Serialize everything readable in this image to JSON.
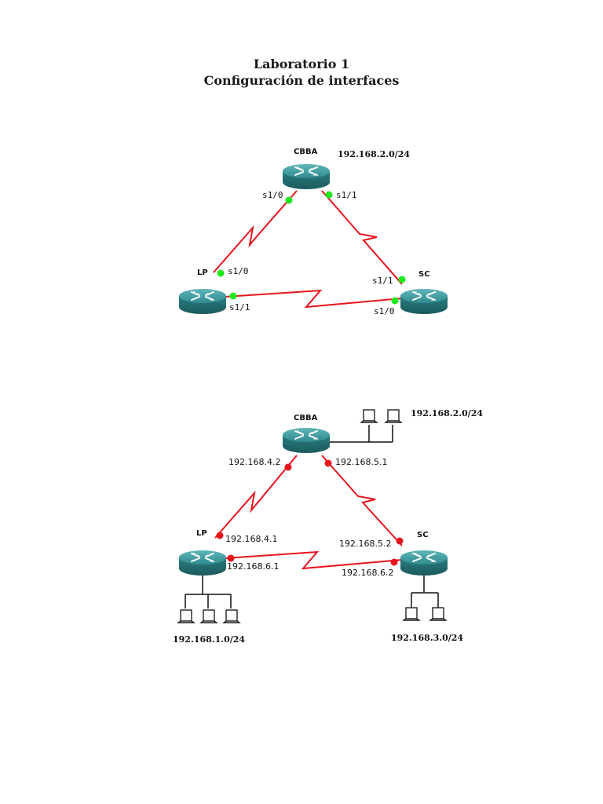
{
  "header": {
    "title": "Laboratorio 1",
    "subtitle": "Configuración de interfaces"
  },
  "colors": {
    "link": "#e8141c",
    "interface_up": "#1ee81e",
    "interface_ip": "#e8141c",
    "router_body": "#2f8a8e"
  },
  "diagram1": {
    "routers": [
      {
        "name": "CBBA",
        "icon": "router-icon"
      },
      {
        "name": "LP",
        "icon": "router-icon"
      },
      {
        "name": "SC",
        "icon": "router-icon"
      }
    ],
    "network_label": "192.168.2.0/24",
    "interfaces": {
      "cbba_left": "s1/0",
      "cbba_right": "s1/1",
      "lp_top": "s1/0",
      "lp_right": "s1/1",
      "sc_top": "s1/1",
      "sc_left": "s1/0"
    }
  },
  "diagram2": {
    "routers": [
      {
        "name": "CBBA",
        "icon": "router-icon"
      },
      {
        "name": "LP",
        "icon": "router-icon"
      },
      {
        "name": "SC",
        "icon": "router-icon"
      }
    ],
    "lan_labels": {
      "cbba": "192.168.2.0/24",
      "lp": "192.168.1.0/24",
      "sc": "192.168.3.0/24"
    },
    "interfaces": {
      "cbba_left": "192.168.4.2",
      "cbba_right": "192.168.5.1",
      "lp_top": "192.168.4.1",
      "lp_right": "192.168.6.1",
      "sc_top": "192.168.5.2",
      "sc_left": "192.168.6.2"
    },
    "hosts": {
      "cbba": 2,
      "lp": 3,
      "sc": 2
    }
  }
}
